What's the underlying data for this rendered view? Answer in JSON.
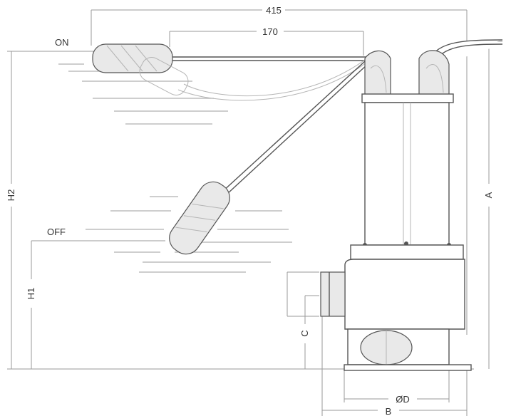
{
  "labels": {
    "width_total": "415",
    "float_arm": "170",
    "on": "ON",
    "off": "OFF",
    "h2": "H2",
    "h1": "H1",
    "a": "A",
    "c": "C",
    "od": "ØD",
    "b": "B"
  }
}
